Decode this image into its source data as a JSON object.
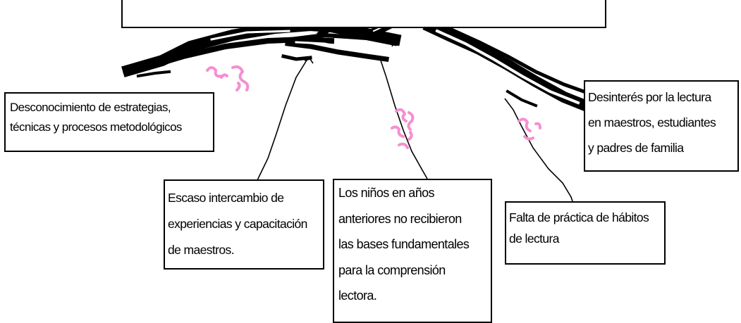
{
  "diagram": {
    "top_box": {
      "text": ""
    },
    "causes": [
      {
        "id": "estrategias",
        "text": "Desconocimiento de estrategias,\ntécnicas y procesos metodológicos"
      },
      {
        "id": "interes",
        "text": "Desinterés por la lectura\nen  maestros, estudiantes\ny padres de familia"
      },
      {
        "id": "intercambio",
        "text": "Escaso intercambio de\nexperiencias y capacitación\nde maestros."
      },
      {
        "id": "ninos",
        "text": "Los niños en años\nanteriores no recibieron\nlas bases fundamentales\npara la comprensión\nlectora."
      },
      {
        "id": "practica",
        "text": "Falta de práctica de hábitos\nde lectura"
      }
    ],
    "colors": {
      "ink": "#000000",
      "mark": "#f58fd0",
      "background": "#ffffff"
    }
  }
}
